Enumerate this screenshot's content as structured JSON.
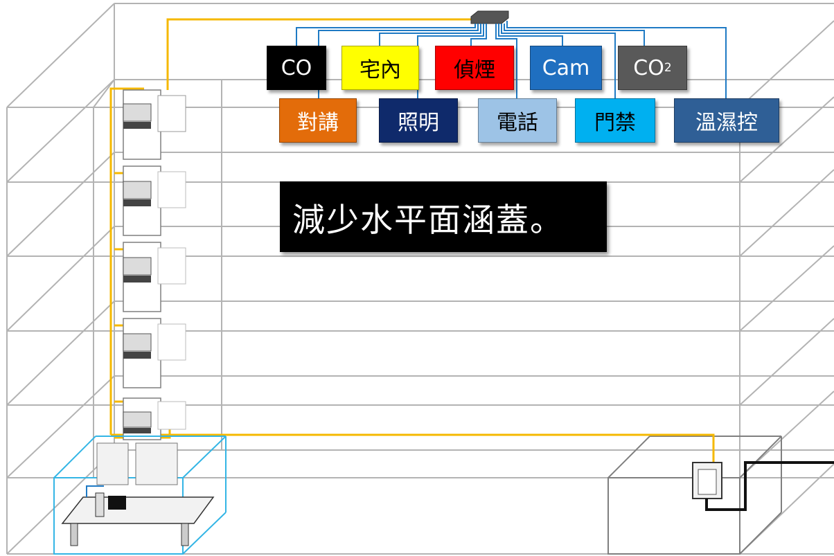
{
  "labels": {
    "co": {
      "text": "CO",
      "bg": "#000000",
      "fg": "#ffffff"
    },
    "intercom_home": {
      "text": "宅內",
      "bg": "#ffff00",
      "fg": "#000000"
    },
    "smoke": {
      "text": "偵煙",
      "bg": "#ff0000",
      "fg": "#000000"
    },
    "cam": {
      "text": "Cam",
      "bg": "#1f6fc0",
      "fg": "#ffffff"
    },
    "co2": {
      "text": "CO",
      "sub": "2",
      "bg": "#595959",
      "fg": "#ffffff"
    },
    "intercom": {
      "text": "對講",
      "bg": "#e36c0a",
      "fg": "#ffffff"
    },
    "lighting": {
      "text": "照明",
      "bg": "#0f2a6b",
      "fg": "#ffffff"
    },
    "phone": {
      "text": "電話",
      "bg": "#9dc3e6",
      "fg": "#000000"
    },
    "access": {
      "text": "門禁",
      "bg": "#00b0f0",
      "fg": "#000000"
    },
    "hvac": {
      "text": "溫濕控",
      "bg": "#2f5f96",
      "fg": "#ffffff"
    }
  },
  "caption": "減少水平面涵蓋。",
  "colors": {
    "backbone": "#f5b800",
    "hub_links": "#1f7ac4",
    "outline": "#a6a6a6",
    "control_room": "#33b5e5"
  }
}
